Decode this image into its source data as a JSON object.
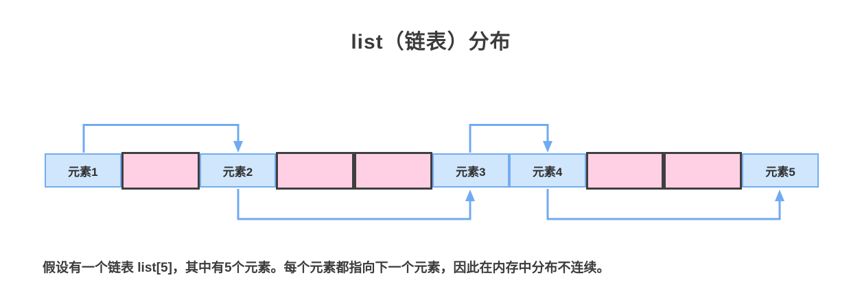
{
  "title": "list（链表）分布",
  "caption": "假设有一个链表 list[5]，其中有5个元素。每个元素都指向下一个元素，因此在内存中分布不连续。",
  "colors": {
    "element_fill": "#cfe6fc",
    "element_border": "#74acf1",
    "memory_fill": "#ffd0e4",
    "memory_border": "#3f3f3f",
    "arrow": "#70aaf2",
    "text": "#3b3b3b"
  },
  "row": {
    "cells": [
      {
        "type": "element",
        "label": "元素1"
      },
      {
        "type": "memory",
        "label": ""
      },
      {
        "type": "element",
        "label": "元素2"
      },
      {
        "type": "memory",
        "label": ""
      },
      {
        "type": "memory",
        "label": ""
      },
      {
        "type": "element",
        "label": "元素3"
      },
      {
        "type": "element",
        "label": "元素4"
      },
      {
        "type": "memory",
        "label": ""
      },
      {
        "type": "memory",
        "label": ""
      },
      {
        "type": "element",
        "label": "元素5"
      }
    ]
  },
  "arrows": [
    {
      "from": "元素1",
      "to": "元素2",
      "side": "top"
    },
    {
      "from": "元素2",
      "to": "元素3",
      "side": "bottom"
    },
    {
      "from": "元素3",
      "to": "元素4",
      "side": "top"
    },
    {
      "from": "元素4",
      "to": "元素5",
      "side": "bottom"
    }
  ]
}
